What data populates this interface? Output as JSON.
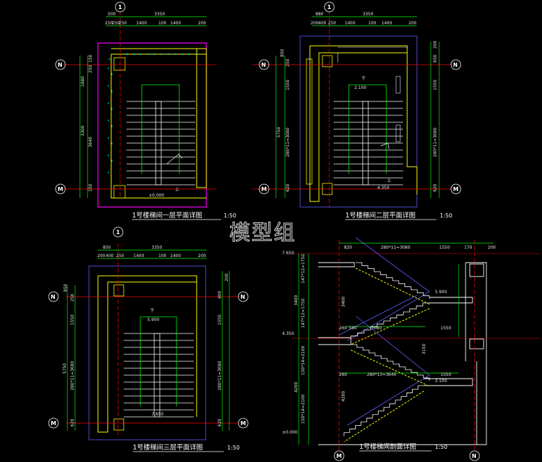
{
  "watermark": "模型组",
  "colors": {
    "background": "#000000",
    "dim_line": "#00ff00",
    "wall": "#ffff00",
    "axis": "#ff0000",
    "stair": "#ffffff",
    "window": "#00ffff",
    "boundary": "#ff00ff",
    "outline": "#6060ff"
  },
  "panels": [
    {
      "id": "plan1",
      "title": "1号楼梯间一层平面详图",
      "scale": "1:50",
      "top_axis": "1",
      "axis_top_label": "N",
      "axis_bottom_label": "M",
      "top_dims_row1": [
        "500",
        "3350"
      ],
      "top_dims_row2": [
        "250",
        "250",
        "250",
        "1400",
        "100",
        "1400",
        "200"
      ],
      "left_dims": [
        "150",
        "250",
        "1680",
        "3640",
        "150"
      ],
      "left_total": "3300",
      "elevation": "±0.000",
      "label_up": "上"
    },
    {
      "id": "plan2",
      "title": "1号楼梯间二层平面详图",
      "scale": "1:50",
      "top_axis": "1",
      "axis_top_label": "N",
      "axis_bottom_label": "M",
      "top_dims_row1": [
        "880",
        "3350"
      ],
      "top_dims_row2": [
        "200",
        "400",
        "250",
        "1400",
        "100",
        "1400",
        "200"
      ],
      "left_dims": [
        "850",
        "250",
        "1550",
        "280*11=3080",
        "620"
      ],
      "left_total": "5750",
      "right_dims": [
        "200",
        "650",
        "1550",
        "280*11=3080",
        "620"
      ],
      "elevations": [
        "2.100",
        "4.350"
      ],
      "label_dn": "下",
      "label_up": "上"
    },
    {
      "id": "plan3",
      "title": "1号楼梯间三层平面详图",
      "scale": "1:50",
      "top_axis": "1",
      "axis_top_label": "N",
      "axis_bottom_label": "M",
      "top_dims_row1": [
        "850",
        "3350"
      ],
      "top_dims_row2": [
        "200",
        "400",
        "250",
        "1400",
        "100",
        "1400",
        "200"
      ],
      "left_dims": [
        "850",
        "250",
        "1550",
        "280*11=3080",
        "620"
      ],
      "left_total": "5750",
      "right_dims": [
        "200",
        "400",
        "1550",
        "280*11=3080",
        "620"
      ],
      "elevations": [
        "5.900",
        "7.650"
      ],
      "label_dn": "下"
    },
    {
      "id": "section",
      "title": "1号楼梯间剖面详图",
      "scale": "1:50",
      "bottom_axes": [
        "M",
        "N"
      ],
      "top_dims": [
        "820",
        "280*11=3080",
        "1550",
        "170",
        "200"
      ],
      "mid_dims_1": [
        "1550"
      ],
      "mid_dims_2": [
        "260",
        "580"
      ],
      "lower_dims": [
        "260",
        "280*13=3640",
        "1550"
      ],
      "left_dims": [
        "3400",
        "4200"
      ],
      "left_flights": [
        "147*12=1750",
        "147*12=1750",
        "150*14=2100",
        "150*14=2100"
      ],
      "left_extra": [
        "3400",
        "4200"
      ],
      "elevations": [
        "7.650",
        "5.900",
        "4.350",
        "2.100",
        "±0.000"
      ],
      "mid_label": "3080",
      "side_label": "3150"
    }
  ]
}
